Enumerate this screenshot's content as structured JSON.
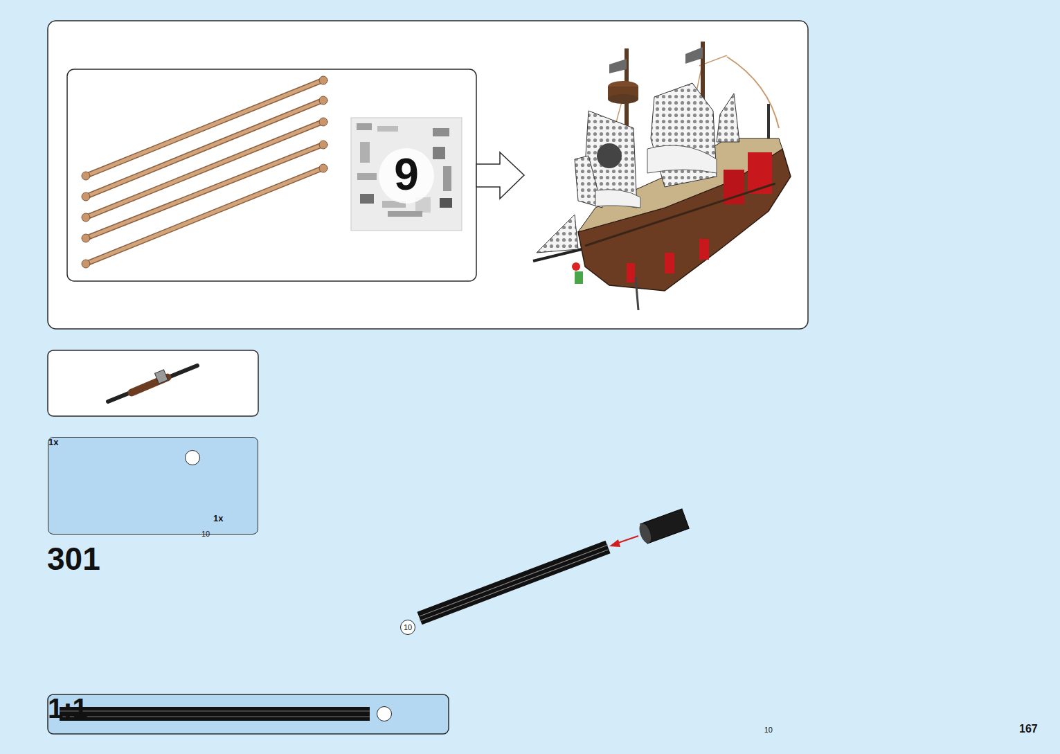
{
  "diagram": {
    "nodes": [
      {
        "text": [
          "9"
        ]
      },
      {
        "text": [
          "1x",
          "1x"
        ]
      },
      {
        "text": [
          "10"
        ],
        "in": 1
      },
      {
        "text": [
          "10"
        ]
      },
      {
        "text": [
          "1:1"
        ]
      },
      {
        "text": [
          "10"
        ],
        "in": 4
      }
    ],
    "labels": [
      "301",
      "167"
    ]
  }
}
